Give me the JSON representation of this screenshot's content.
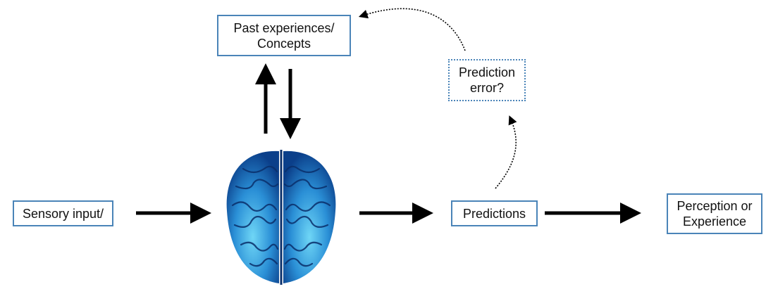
{
  "diagram": {
    "past": {
      "line1": "Past experiences/",
      "line2": "Concepts"
    },
    "error": {
      "line1": "Prediction",
      "line2": "error?"
    },
    "sensory": {
      "label": "Sensory input/"
    },
    "predictions": {
      "label": "Predictions"
    },
    "perception": {
      "line1": "Perception or",
      "line2": "Experience"
    }
  },
  "colors": {
    "box_border": "#4a84b8",
    "arrow": "#000000",
    "brain_dark": "#0b3f8a",
    "brain_light": "#4fc3ef"
  }
}
